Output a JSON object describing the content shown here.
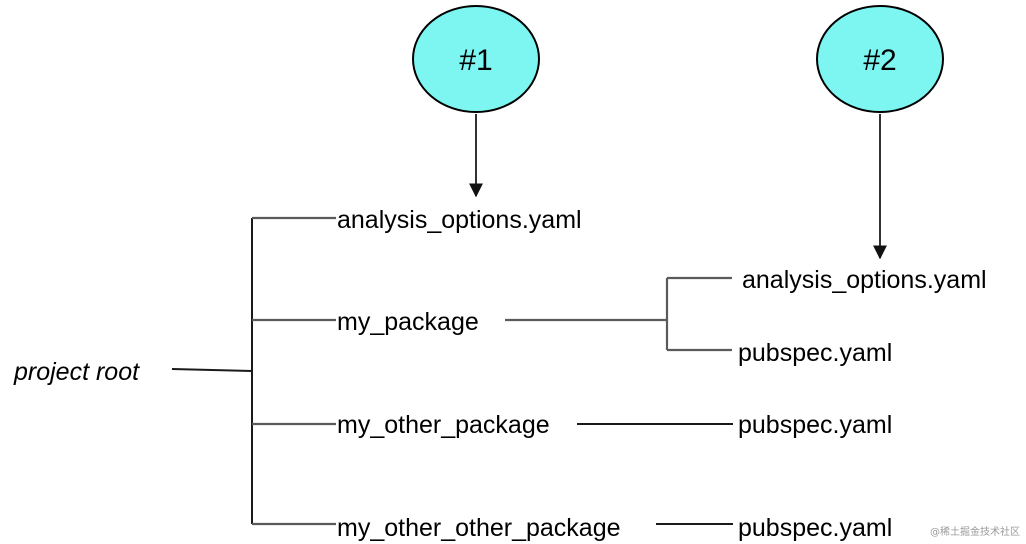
{
  "colors": {
    "badge_fill": "#7df6f2",
    "line": "#5a5a5a",
    "text": "#000000"
  },
  "root": {
    "label": "project root"
  },
  "badges": {
    "first": "#1",
    "second": "#2"
  },
  "root_children": {
    "analysis": "analysis_options.yaml",
    "my_package": "my_package",
    "my_other_package": "my_other_package",
    "my_other_other_package": "my_other_other_package"
  },
  "my_package_children": {
    "analysis": "analysis_options.yaml",
    "pubspec": "pubspec.yaml"
  },
  "my_other_package_children": {
    "pubspec": "pubspec.yaml"
  },
  "my_other_other_package_children": {
    "pubspec": "pubspec.yaml"
  },
  "watermark": "@稀土掘金技术社区"
}
